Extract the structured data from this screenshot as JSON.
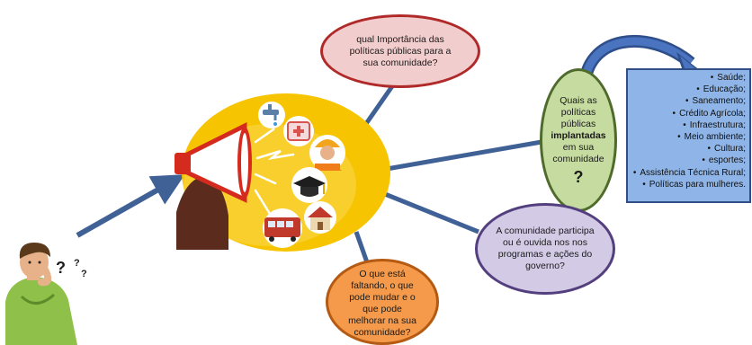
{
  "bubbles": {
    "top": "qual Importância das políticas públicas para a sua comunidade?",
    "question": {
      "line_before": "Quais as políticas públicas",
      "emphasis": "implantadas",
      "line_after": "em sua comunidade",
      "mark": "?"
    },
    "participation": "A comunidade participa ou é ouvida nos nos programas e ações do governo?",
    "bottom": "O que está faltando, o que pode mudar e o que pode melhorar na sua comunidade?"
  },
  "policies": [
    "Saúde;",
    "Educação;",
    "Saneamento;",
    "Crédito Agrícola;",
    "Infraestrutura;",
    "Meio ambiente;",
    "Cultura;",
    "esportes;",
    "Assistência Técnica Rural;",
    "Políticas para mulheres."
  ],
  "thinker_marks": [
    "?",
    "?",
    "?"
  ],
  "colors": {
    "connector": "#3f6196",
    "central_fill": "#f6c400",
    "top_fill": "#f2cdcd",
    "question_fill": "#c6dba0",
    "participation_fill": "#d3cbe6",
    "bottom_fill": "#f59a4a",
    "list_fill": "#8fb5e8"
  },
  "icons": [
    "megaphone-icon",
    "faucet-icon",
    "hospital-icon",
    "worker-icon",
    "graduation-cap-icon",
    "bus-icon",
    "house-icon"
  ]
}
